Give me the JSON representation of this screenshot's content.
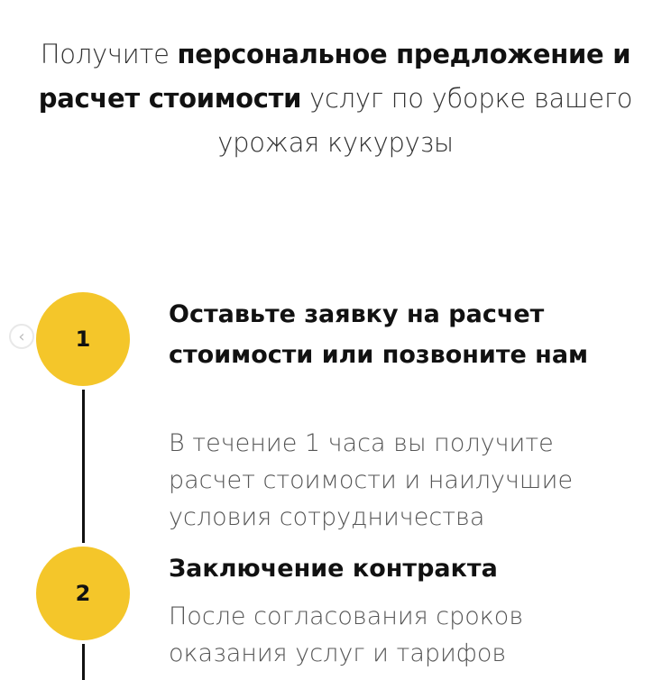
{
  "title": {
    "p1": "Получите ",
    "b1": "персональное предложение и расчет стоимости",
    "p2": " услуг по уборке вашего урожая кукурузы"
  },
  "steps": [
    {
      "number": "1",
      "heading": "Оставьте заявку на расчет стоимости или позвоните нам",
      "text": "В течение 1 часа вы получите расчет стоимости и наилучшие условия сотрудничества"
    },
    {
      "number": "2",
      "heading": "Заключение контракта",
      "text": "После согласования сроков оказания услуг и тарифов"
    }
  ],
  "nav": {
    "prev": "‹"
  },
  "colors": {
    "accent": "#f4c62a"
  }
}
